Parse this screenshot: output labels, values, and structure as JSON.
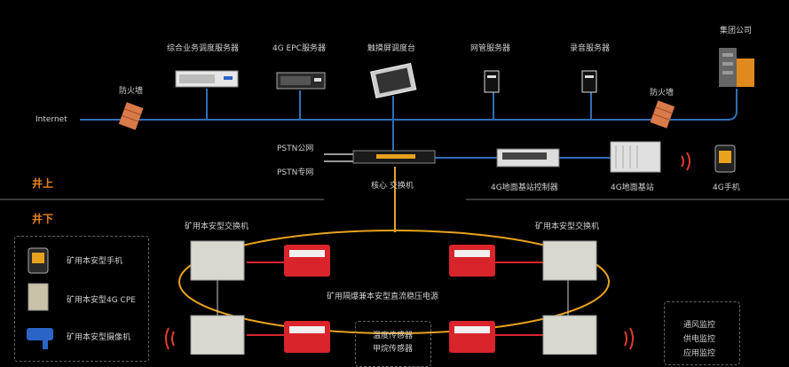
{
  "top": {
    "servers": [
      {
        "label": "综合业务调度服务器",
        "icon": "rack-server-icon"
      },
      {
        "label": "4G EPC服务器",
        "icon": "rack-server-icon"
      },
      {
        "label": "触摸屏调度台",
        "icon": "touch-console-icon"
      },
      {
        "label": "网管服务器",
        "icon": "tower-server-icon"
      },
      {
        "label": "录音服务器",
        "icon": "tower-server-icon"
      }
    ],
    "firewall_left": "防火墙",
    "firewall_right": "防火墙",
    "group_company": "集团公司",
    "internet": "Internet"
  },
  "middle": {
    "pstn_public": "PSTN公网",
    "pstn_private": "PSTN专网",
    "core_switch": "核心 交换机",
    "base_controller": "4G地面基站控制器",
    "ground_station": "4G地面基站",
    "phone_4g": "4G手机"
  },
  "sections": {
    "above": "井上",
    "below": "井下"
  },
  "underground": {
    "switch_left": "矿用本安型交换机",
    "switch_right": "矿用本安型交换机",
    "power_supply": "矿用隔爆兼本安型直流稳压电源",
    "sensors": [
      "温度传感器",
      "甲烷传感器"
    ],
    "monitoring": [
      "通风监控",
      "供电监控",
      "应用监控"
    ]
  },
  "legend": [
    {
      "label": "矿用本安型手机",
      "icon": "mine-phone-icon"
    },
    {
      "label": "矿用本安型4G CPE",
      "icon": "cpe-icon"
    },
    {
      "label": "矿用本安型摄像机",
      "icon": "camera-icon"
    }
  ],
  "colors": {
    "bus": "#2f6fb7",
    "ring": "#e8a21e",
    "section": "#e8821e",
    "signal": "#e23a2a",
    "power": "#d8242a"
  }
}
